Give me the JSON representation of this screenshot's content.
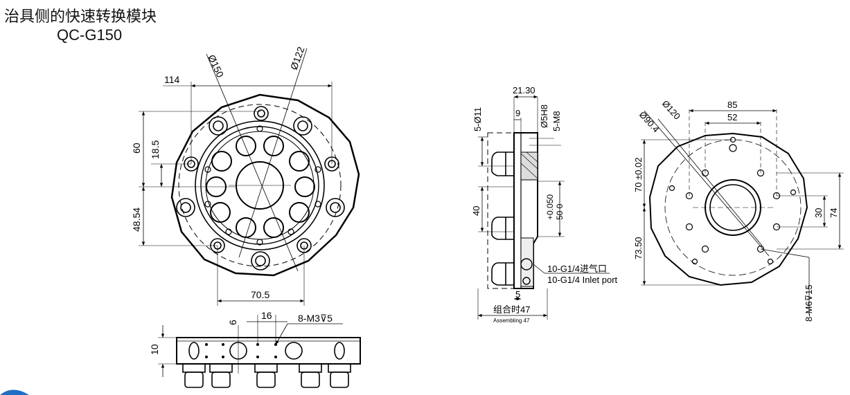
{
  "title": "治具侧的快速转换模块",
  "model": "QC-G150",
  "front_view": {
    "dim_150": "Ø150",
    "dim_122": "Ø122",
    "dim_114": "114",
    "dim_60": "60",
    "dim_18_5": "18.5",
    "dim_48_54": "48.54",
    "dim_70_5": "70.5"
  },
  "bottom_view": {
    "dim_10": "10",
    "dim_6": "6",
    "dim_16": "16",
    "screw_note": "8-M3⊽5"
  },
  "side_view": {
    "dim_21_30": "21.30",
    "dim_9": "9",
    "dim_5h8": "Ø5H8",
    "dim_5m8": "5-M8",
    "dim_5_11": "5-Ø11",
    "dim_40": "40",
    "dim_50_tol": "+0.050",
    "dim_50": "50 0",
    "port_cn": "10-G1/4进气口",
    "port_en": "10-G1/4 Inlet port",
    "dim_5": "5",
    "assembly_cn": "组合时47",
    "assembly_en": "Assembling 47"
  },
  "right_view": {
    "dim_85": "85",
    "dim_52": "52",
    "dim_120": "Ø120",
    "dim_90_4": "Ø90.4",
    "dim_70": "70 ±0.02",
    "dim_73_50": "73.50",
    "dim_30": "30",
    "dim_74": "74",
    "dim_m6": "8-M6⊽15"
  }
}
